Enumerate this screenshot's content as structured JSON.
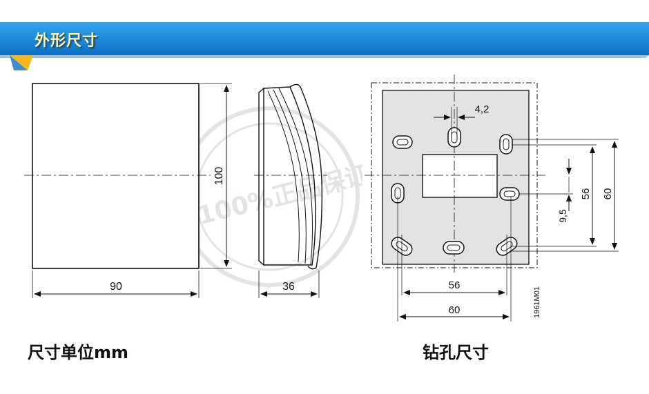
{
  "header": {
    "title": "外形尺寸",
    "colors": {
      "band": "#1a8fe0",
      "band_dark": "#0b66b8",
      "accent": "#f7b51e"
    }
  },
  "watermark_text": "100%正品保证",
  "front_view": {
    "width_dim": "90",
    "height_dim": "100"
  },
  "side_view": {
    "depth_dim": "36"
  },
  "mount_view": {
    "hole_width_dim": "4,2",
    "hole_spacing_inner_h": "56",
    "hole_spacing_outer_h": "60",
    "offset_v": "9,5",
    "hole_spacing_inner_v": "56",
    "hole_spacing_outer_v": "60",
    "drawing_code": "1961M01"
  },
  "captions": {
    "left": "尺寸单位mm",
    "right": "钻孔尺寸"
  }
}
